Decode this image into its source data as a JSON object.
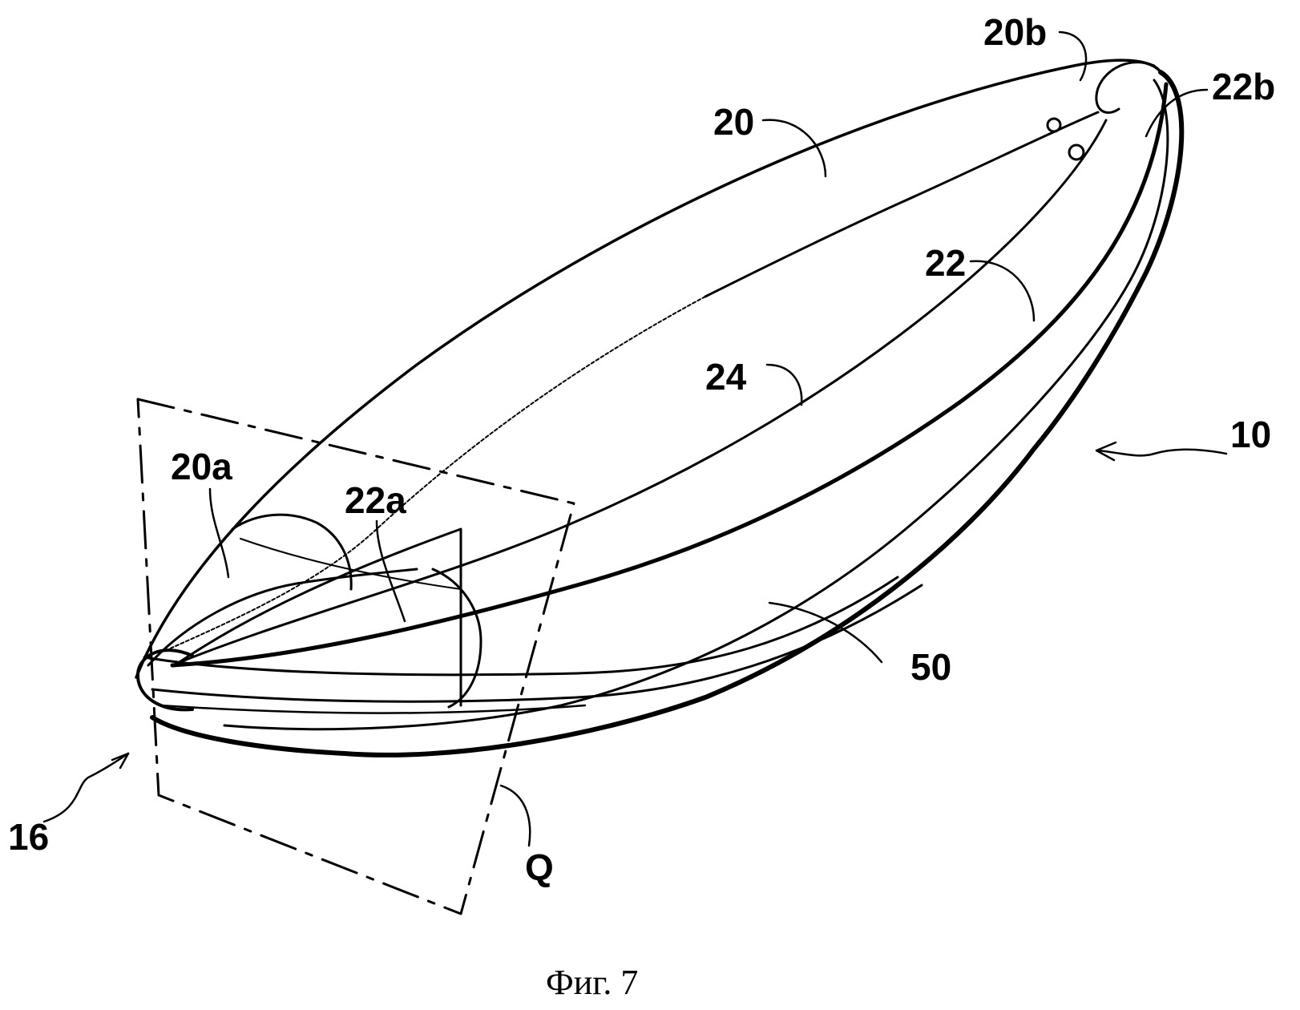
{
  "labels": {
    "l20b": "20b",
    "l22b": "22b",
    "l20": "20",
    "l22": "22",
    "l24": "24",
    "l10": "10",
    "l20a": "20a",
    "l22a": "22a",
    "l50": "50",
    "l16": "16",
    "lQ": "Q"
  },
  "caption": "Фиг. 7"
}
